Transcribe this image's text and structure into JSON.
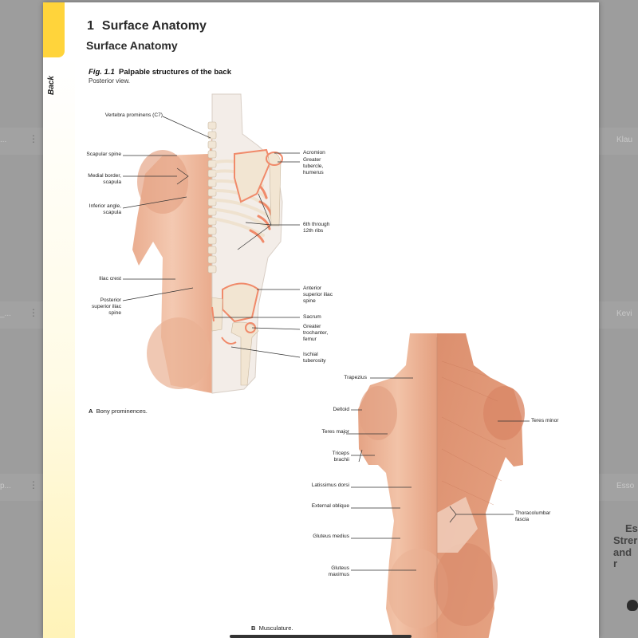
{
  "document": {
    "chapter_number": "1",
    "chapter_title": "Surface Anatomy",
    "section_title": "Surface Anatomy",
    "side_tab": "Back",
    "figure_label": "Fig. 1.1",
    "figure_title": "Palpable structures of the back",
    "figure_subtitle": "Posterior view."
  },
  "panel_a": {
    "letter": "A",
    "caption": "Bony prominences.",
    "left_labels": {
      "vertebra": "Vertebra prominens (C7)",
      "scapular_spine": "Scapular spine",
      "medial_border": "Medial border, scapula",
      "inferior_angle": "Inferior angle, scapula",
      "iliac_crest": "Iliac crest",
      "psis": "Posterior superior iliac spine"
    },
    "right_labels": {
      "acromion": "Acromion",
      "greater_tubercle": "Greater tubercle, humerus",
      "ribs": "6th through 12th ribs",
      "asis": "Anterior superior iliac spine",
      "sacrum": "Sacrum",
      "greater_trochanter": "Greater trochanter, femur",
      "ischial": "Ischial tuberosity"
    }
  },
  "panel_b": {
    "letter": "B",
    "caption": "Musculature.",
    "left_labels": {
      "trapezius": "Trapezius",
      "deltoid": "Deltoid",
      "teres_major": "Teres major",
      "triceps": "Triceps brachii",
      "latissimus": "Latissimus dorsi",
      "external_oblique": "External oblique",
      "gluteus_medius": "Gluteus medius",
      "gluteus_maximus": "Gluteus maximus"
    },
    "right_labels": {
      "teres_minor": "Teres minor",
      "thoracolumbar": "Thoracolumbar fascia"
    }
  },
  "background": {
    "left_fragment_1": "...",
    "left_fragment_2": "_...",
    "left_fragment_3": "p...",
    "right_name_1": "Klau",
    "right_name_2": "Kevi",
    "right_name_3": "Esso",
    "right_heading_1": "Es",
    "right_heading_2": "Strer",
    "right_heading_3": "and r"
  },
  "colors": {
    "tab_yellow": "#ffd43b",
    "skin": "#f0c0a2",
    "bone_highlight": "#f08a6a"
  }
}
